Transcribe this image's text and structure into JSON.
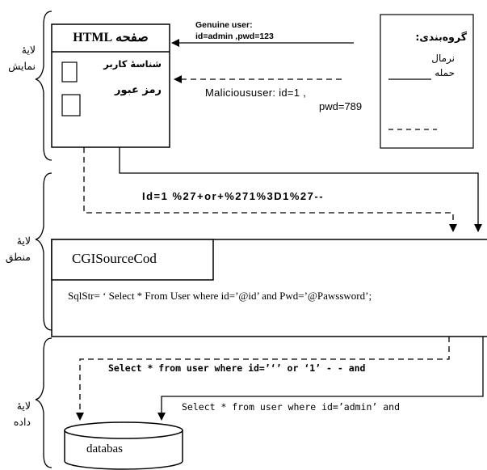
{
  "layers": {
    "presentation": "لایۀ نمایش",
    "logic": "لایۀ منطق",
    "data": "لایۀ داده"
  },
  "html_page": {
    "title": "صفحه HTML",
    "username_label": "شناسۀ کاربر",
    "password_label": "رمز عبور"
  },
  "legend": {
    "title": "گروه‌بندی:",
    "normal": "نرمال",
    "attack": "حمله"
  },
  "genuine_user": {
    "line1": "Genuine user:",
    "line2": "id=admin ,pwd=123"
  },
  "malicious_user": {
    "line1": "Malicioususer: id=1 ,",
    "line2": "pwd=789"
  },
  "injected_string": "Id=1 %27+or+%271%3D1%27--",
  "cgi": {
    "title": "CGISourceCod",
    "sql": "SqlStr= ‘ Select * From User where id=’@id’ and Pwd=’@Pawssword’;"
  },
  "queries": {
    "malicious": "Select * from user where id=’‘’ or ‘1’ - - and",
    "genuine": "Select * from user where id=’admin’ and"
  },
  "database_label": "databas"
}
